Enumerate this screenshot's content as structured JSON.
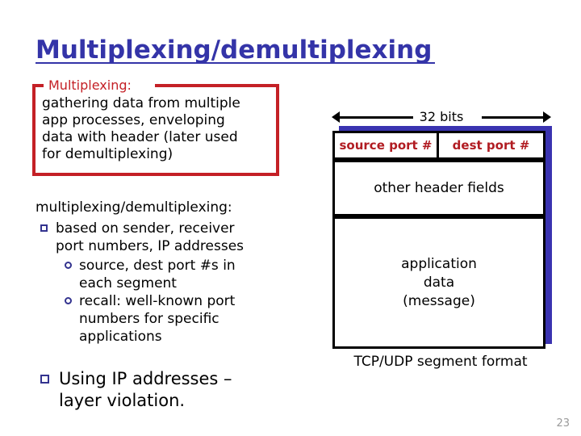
{
  "slide": {
    "title": "Multiplexing/demultiplexing",
    "page_number": "23",
    "colors": {
      "title_blue": "#3434a8",
      "callout_red": "#c42026",
      "port_label_red": "#b11c22",
      "bullet_blue": "#33338f",
      "shadow_blue": "#3a33b0",
      "page_number_gray": "#9a9a9a"
    }
  },
  "callout": {
    "legend": "Multiplexing:",
    "lines": [
      "gathering data from multiple",
      " app processes, enveloping",
      "data with header (later used",
      "for demultiplexing)"
    ]
  },
  "list": {
    "heading": "multiplexing/demultiplexing:",
    "items": [
      {
        "bullet": "square-bullet",
        "level": 1,
        "lines": [
          "based on sender, receiver",
          "port numbers, IP addresses"
        ]
      },
      {
        "bullet": "circle-bullet",
        "level": 2,
        "lines": [
          "source, dest port #s in",
          "each segment"
        ]
      },
      {
        "bullet": "circle-bullet",
        "level": 2,
        "lines": [
          "recall: well-known port",
          "numbers for specific",
          "applications"
        ]
      },
      {
        "bullet": "square-bullet",
        "level": 1,
        "lines": [
          "Using IP addresses –",
          "layer violation."
        ]
      }
    ]
  },
  "diagram": {
    "measure_label": "32 bits",
    "source_port": "source port #",
    "dest_port": "dest port #",
    "other_header": "other header fields",
    "app_data_lines": [
      "application",
      "data",
      "(message)"
    ],
    "caption": "TCP/UDP segment format"
  }
}
